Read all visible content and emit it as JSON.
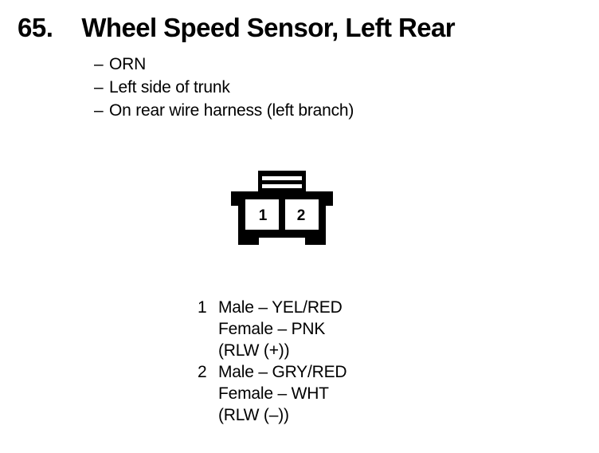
{
  "page": {
    "background_color": "#ffffff",
    "ink_color": "#000000"
  },
  "header": {
    "item_number": "65.",
    "title": "Wheel Speed Sensor, Left Rear"
  },
  "descriptors": [
    {
      "dash": "–",
      "text": "ORN"
    },
    {
      "dash": "–",
      "text": "Left side of trunk"
    },
    {
      "dash": "–",
      "text": "On rear wire harness (left branch)"
    }
  ],
  "connector": {
    "name": "two-pin-connector",
    "cavity_count": 2,
    "pin_labels": [
      "1",
      "2"
    ],
    "locking_tab_slots": 2
  },
  "pin_legend": [
    {
      "index": "1",
      "lines": [
        "Male – YEL/RED",
        "Female – PNK",
        "(RLW (+))"
      ]
    },
    {
      "index": "2",
      "lines": [
        "Male – GRY/RED",
        "Female – WHT",
        "(RLW (–))"
      ]
    }
  ]
}
